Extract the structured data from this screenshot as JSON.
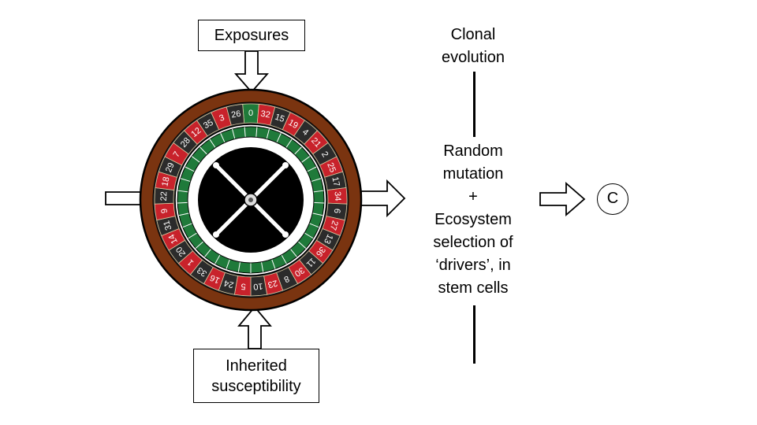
{
  "exposures": "Exposures",
  "inherited": [
    "Inherited",
    "susceptibility"
  ],
  "clonal": [
    "Clonal",
    "evolution"
  ],
  "process": [
    "Random",
    "mutation",
    "+",
    "Ecosystem",
    "selection of",
    "‘drivers’, in",
    "stem cells"
  ],
  "cancer_symbol": "C",
  "wheel": {
    "numbers": [
      "0",
      "32",
      "15",
      "19",
      "4",
      "21",
      "2",
      "25",
      "17",
      "34",
      "6",
      "27",
      "13",
      "36",
      "11",
      "30",
      "8",
      "23",
      "10",
      "5",
      "24",
      "16",
      "33",
      "1",
      "20",
      "14",
      "31",
      "9",
      "22",
      "18",
      "29",
      "7",
      "28",
      "12",
      "35",
      "3",
      "26"
    ],
    "red_numbers": [
      "32",
      "19",
      "21",
      "25",
      "34",
      "27",
      "36",
      "30",
      "23",
      "5",
      "16",
      "1",
      "14",
      "9",
      "18",
      "7",
      "12",
      "3"
    ],
    "colors": {
      "red": "#c8222b",
      "black": "#2b2b2b",
      "green": "#1f7a3a",
      "wood": "#7a3410"
    }
  }
}
